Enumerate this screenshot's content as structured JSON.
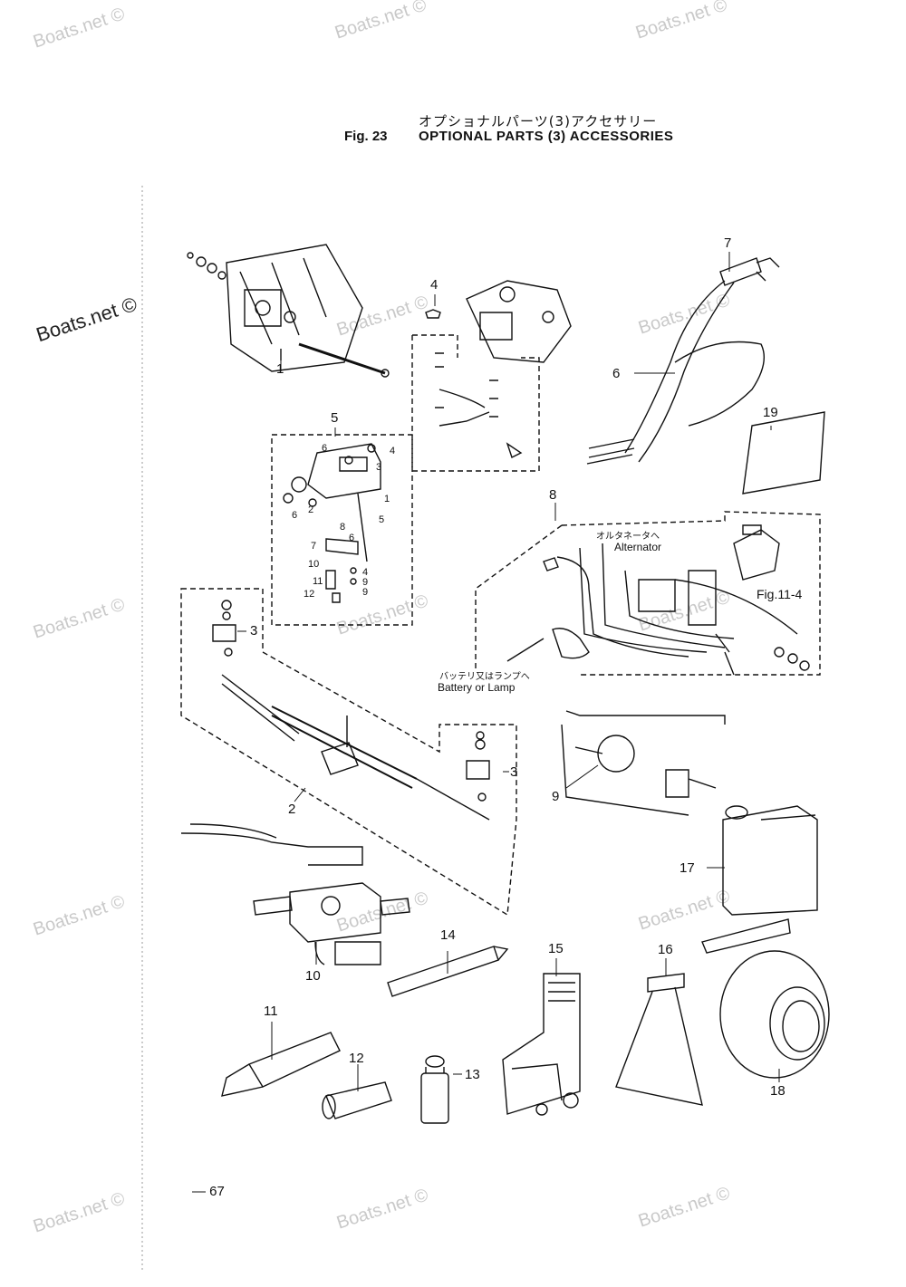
{
  "header": {
    "title_jp": "オプショナルパーツ(3)アクセサリー",
    "fig_number": "Fig. 23",
    "fig_title": "OPTIONAL PARTS (3) ACCESSORIES"
  },
  "watermark": "Boats.net ©",
  "callouts": [
    "1",
    "2",
    "3",
    "3",
    "4",
    "5",
    "6",
    "7",
    "8",
    "9",
    "10",
    "11",
    "12",
    "13",
    "14",
    "15",
    "16",
    "17",
    "18",
    "19"
  ],
  "sub_callouts": [
    "1",
    "2",
    "3",
    "4",
    "5",
    "6",
    "7",
    "8",
    "9",
    "10",
    "11",
    "12",
    "4",
    "6",
    "6",
    "9"
  ],
  "labels": {
    "alternator_jp": "オルタネータへ",
    "alternator": "Alternator",
    "battery_jp": "バッテリ又はランプへ",
    "battery": "Battery or Lamp",
    "fig_ref": "Fig.11-4"
  },
  "page_number": "— 67"
}
